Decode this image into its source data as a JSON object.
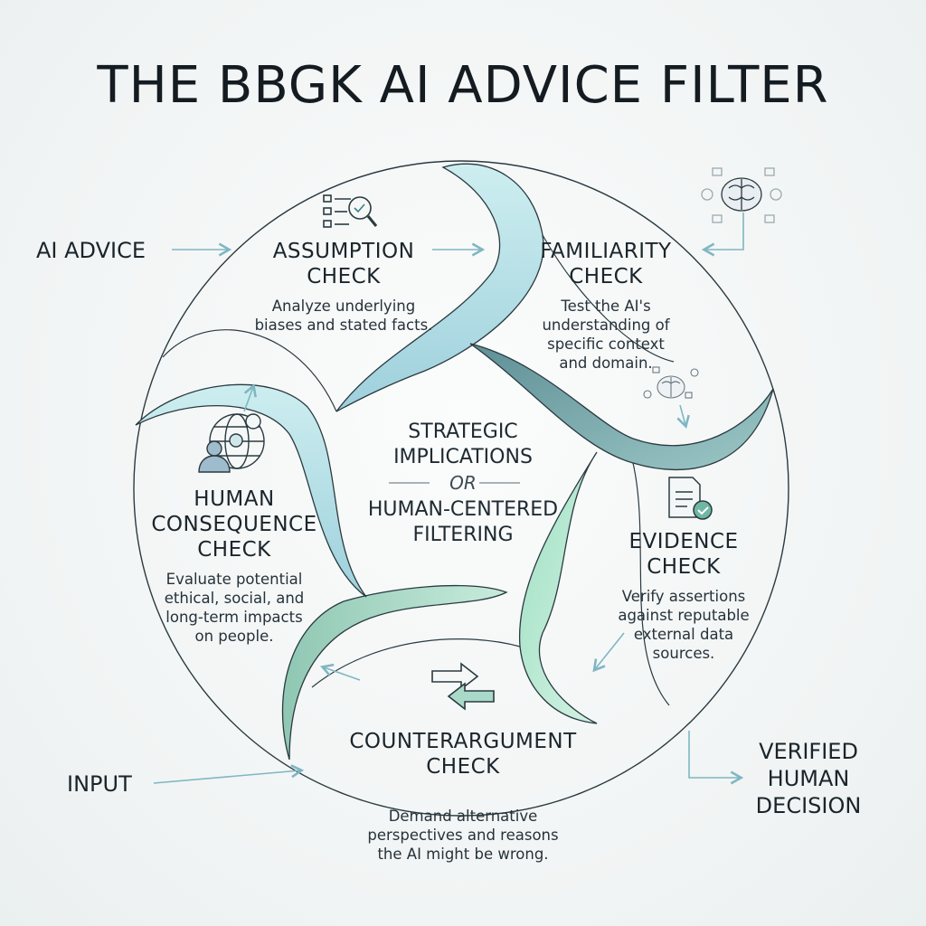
{
  "title": "THE BBGK AI ADVICE FILTER",
  "inputs": {
    "ai_advice": "AI ADVICE",
    "input": "INPUT",
    "output_lines": [
      "VERIFIED",
      "HUMAN",
      "DECISION"
    ]
  },
  "center": {
    "line1": "STRATEGIC",
    "line2": "IMPLICATIONS",
    "or": "OR",
    "line3": "HUMAN-CENTERED",
    "line4": "FILTERING"
  },
  "checks": {
    "assumption": {
      "title_lines": [
        "ASSUMPTION",
        "CHECK"
      ],
      "desc_lines": [
        "Analyze underlying",
        "biases and stated facts."
      ],
      "icon": "checklist-magnifier-icon"
    },
    "familiarity": {
      "title_lines": [
        "FAMILIARITY",
        "CHECK"
      ],
      "desc_lines": [
        "Test the AI's",
        "understanding of",
        "specific context",
        "and domain."
      ],
      "icon": "brain-network-icon"
    },
    "evidence": {
      "title_lines": [
        "EVIDENCE",
        "CHECK"
      ],
      "desc_lines": [
        "Verify assertions",
        "against reputable",
        "external data",
        "sources."
      ],
      "icon": "document-check-icon"
    },
    "counterargument": {
      "title_lines": [
        "COUNTERARGUMENT",
        "CHECK"
      ],
      "desc_lines": [
        "Demand alternative",
        "perspectives and reasons",
        "the AI might be wrong."
      ],
      "icon": "opposing-arrows-icon"
    },
    "human_consequence": {
      "title_lines": [
        "HUMAN",
        "CONSEQUENCE",
        "CHECK"
      ],
      "desc_lines": [
        "Evaluate potential",
        "ethical, social, and",
        "long-term impacts",
        "on people."
      ],
      "icon": "globe-person-icon"
    }
  },
  "colors": {
    "teal_dark": "#6f9ea2",
    "teal_light": "#bfe4e6",
    "blue_light": "#a9cfde",
    "green_light": "#a9e1c4",
    "outline": "#2a3a40",
    "arrow": "#7fb6c2"
  }
}
